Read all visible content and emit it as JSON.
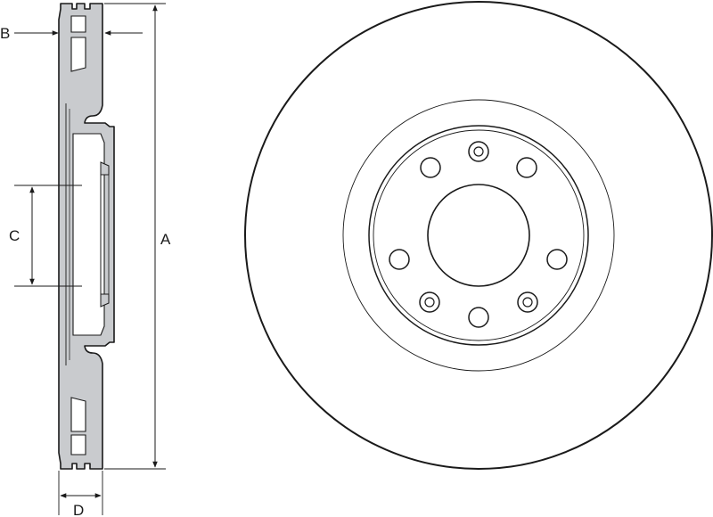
{
  "dimension_labels": {
    "a": "A",
    "b": "B",
    "c": "C",
    "d": "D"
  },
  "colors": {
    "section_fill": "#c9cbce",
    "outline": "#1a1a1a",
    "background": "#ffffff"
  }
}
